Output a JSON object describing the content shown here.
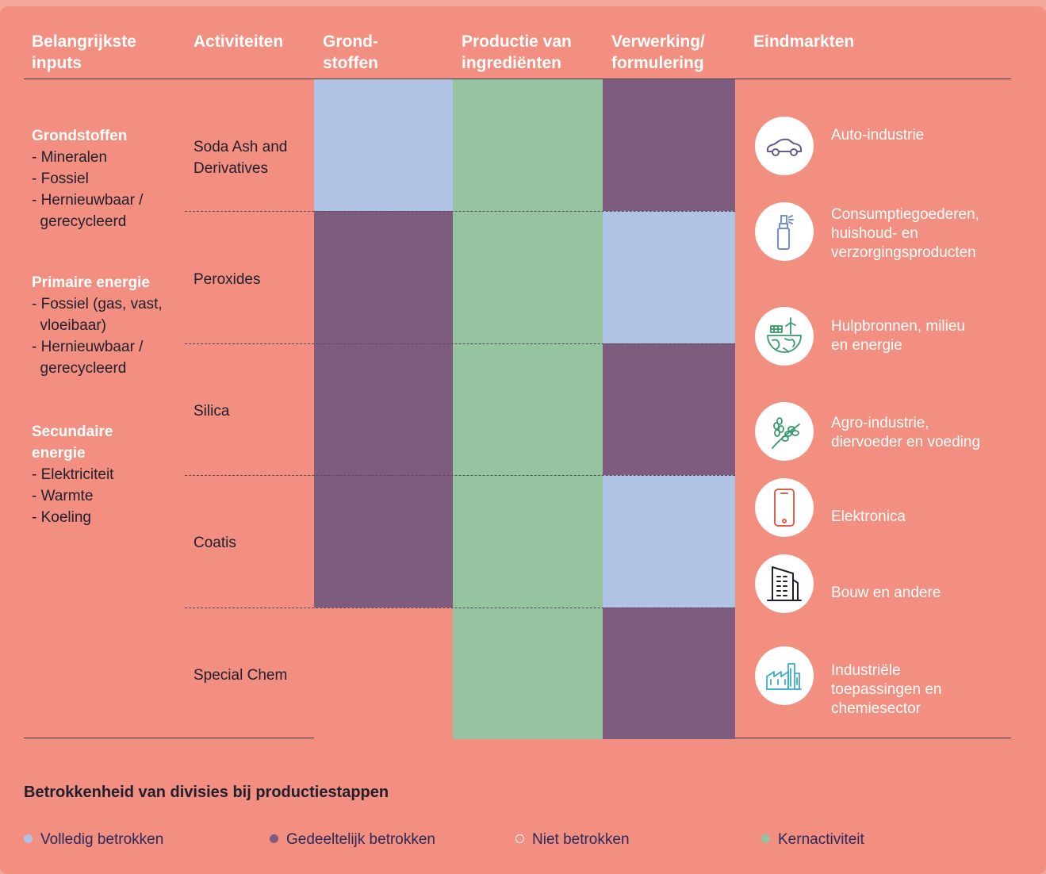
{
  "headers": {
    "inputs": "Belangrijkste\ninputs",
    "activities": "Activiteiten",
    "raw": "Grond-\nstoffen",
    "ingredients": "Productie van\ningrediënten",
    "processing": "Verwerking/\nformulering",
    "markets": "Eindmarkten"
  },
  "inputs": [
    {
      "title": "Grondstoffen",
      "items": [
        "- Mineralen",
        "- Fossiel",
        "- Hernieuwbaar /\n  gerecycleerd"
      ]
    },
    {
      "title": "Primaire energie",
      "items": [
        "- Fossiel (gas, vast,\n  vloeibaar)",
        "- Hernieuwbaar /\n  gerecycleerd"
      ]
    },
    {
      "title": "Secundaire\nenergie",
      "items": [
        "- Elektriciteit",
        "- Warmte",
        "- Koeling"
      ]
    }
  ],
  "activities": [
    {
      "label": "Soda Ash and\nDerivatives",
      "stages": [
        "volledig",
        "kern",
        "gedeeltelijk"
      ]
    },
    {
      "label": "Peroxides",
      "stages": [
        "gedeeltelijk",
        "kern",
        "volledig"
      ]
    },
    {
      "label": "Silica",
      "stages": [
        "gedeeltelijk",
        "kern",
        "gedeeltelijk"
      ]
    },
    {
      "label": "Coatis",
      "stages": [
        "gedeeltelijk",
        "kern",
        "volledig"
      ]
    },
    {
      "label": "Special Chem",
      "stages": [
        "niet",
        "kern",
        "gedeeltelijk"
      ]
    }
  ],
  "markets": [
    {
      "label": "Auto-industrie",
      "icon": "car-icon"
    },
    {
      "label": "Consumptiegoederen,\nhuishoud- en\nverzorgingsproducten",
      "icon": "spray-bottle-icon"
    },
    {
      "label": "Hulpbronnen, milieu\nen energie",
      "icon": "globe-energy-icon"
    },
    {
      "label": "Agro-industrie,\ndiervoeder en voeding",
      "icon": "plant-icon"
    },
    {
      "label": "Elektronica",
      "icon": "smartphone-icon"
    },
    {
      "label": "Bouw en andere",
      "icon": "building-icon"
    },
    {
      "label": "Industriële\ntoepassingen en\nchemiesector",
      "icon": "factory-icon"
    }
  ],
  "legend": {
    "title": "Betrokkenheid van divisies bij productiestappen",
    "items": [
      {
        "key": "volledig",
        "label": "Volledig betrokken"
      },
      {
        "key": "gedeeltelijk",
        "label": "Gedeeltelijk betrokken"
      },
      {
        "key": "niet",
        "label": "Niet betrokken"
      },
      {
        "key": "kern",
        "label": "Kernactiviteit"
      }
    ]
  },
  "colors": {
    "volledig": "#b0c3e4",
    "gedeeltelijk": "#7e5c7e",
    "niet": "#f28f80",
    "kern": "#96c3a0",
    "background": "#f28f80",
    "icon_purple": "#6a5a8c",
    "icon_blue": "#6f8fd0",
    "icon_green": "#3a9a6a",
    "icon_red": "#e0604c",
    "icon_dark": "#1f1f2e",
    "icon_teal": "#3aaccc"
  }
}
